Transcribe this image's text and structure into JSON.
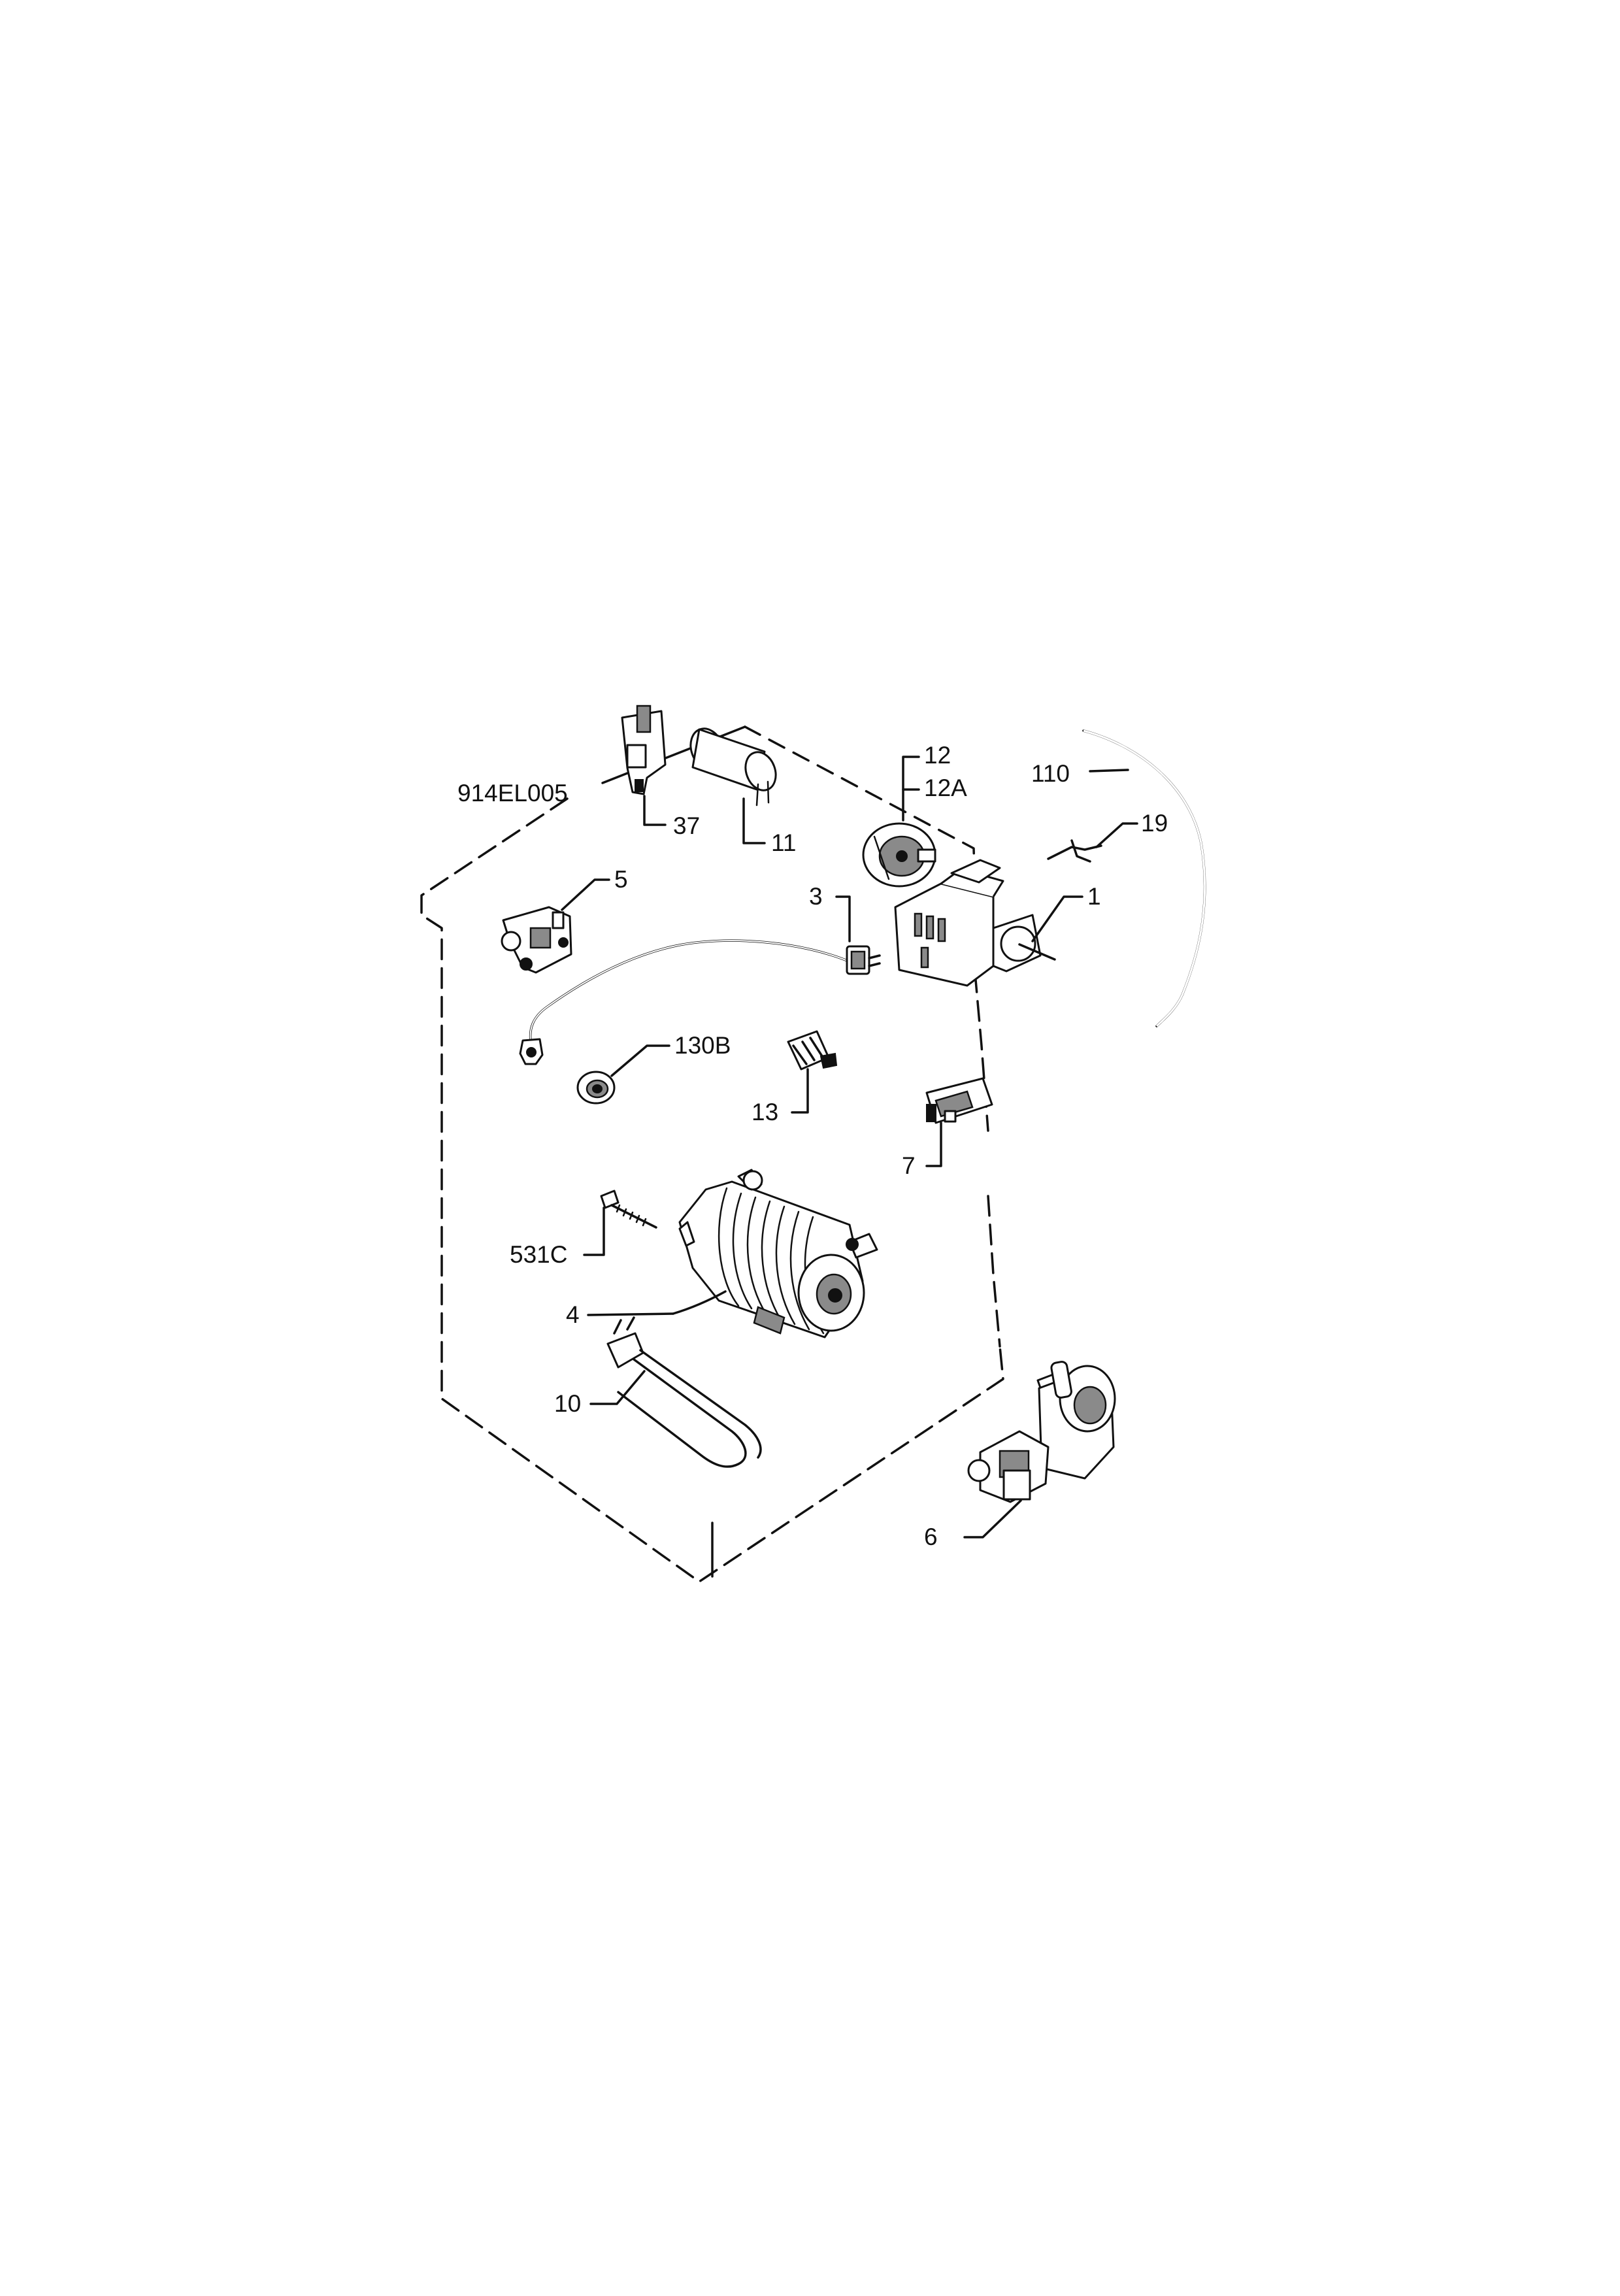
{
  "drawing_code": "914EL005",
  "parts": [
    {
      "id": "p37",
      "label": "37",
      "icon": "door-interlock-bracket"
    },
    {
      "id": "p11",
      "label": "11",
      "icon": "capacitor"
    },
    {
      "id": "p12",
      "label": "12",
      "icon": "pressure-switch"
    },
    {
      "id": "p12a",
      "label": "12A",
      "icon": "pressure-switch"
    },
    {
      "id": "p110",
      "label": "110",
      "icon": "wire-cable"
    },
    {
      "id": "p19",
      "label": "19",
      "icon": "wire-clip"
    },
    {
      "id": "p1",
      "label": "1",
      "icon": "timer-programmer"
    },
    {
      "id": "p5",
      "label": "5",
      "icon": "solenoid-valve"
    },
    {
      "id": "p3",
      "label": "3",
      "icon": "thermostat-sensor"
    },
    {
      "id": "p130b",
      "label": "130B",
      "icon": "grommet"
    },
    {
      "id": "p13",
      "label": "13",
      "icon": "connector"
    },
    {
      "id": "p7",
      "label": "7",
      "icon": "door-lock"
    },
    {
      "id": "p531c",
      "label": "531C",
      "icon": "screw"
    },
    {
      "id": "p4",
      "label": "4",
      "icon": "motor"
    },
    {
      "id": "p10",
      "label": "10",
      "icon": "heating-element"
    },
    {
      "id": "p6",
      "label": "6",
      "icon": "drain-pump"
    }
  ]
}
